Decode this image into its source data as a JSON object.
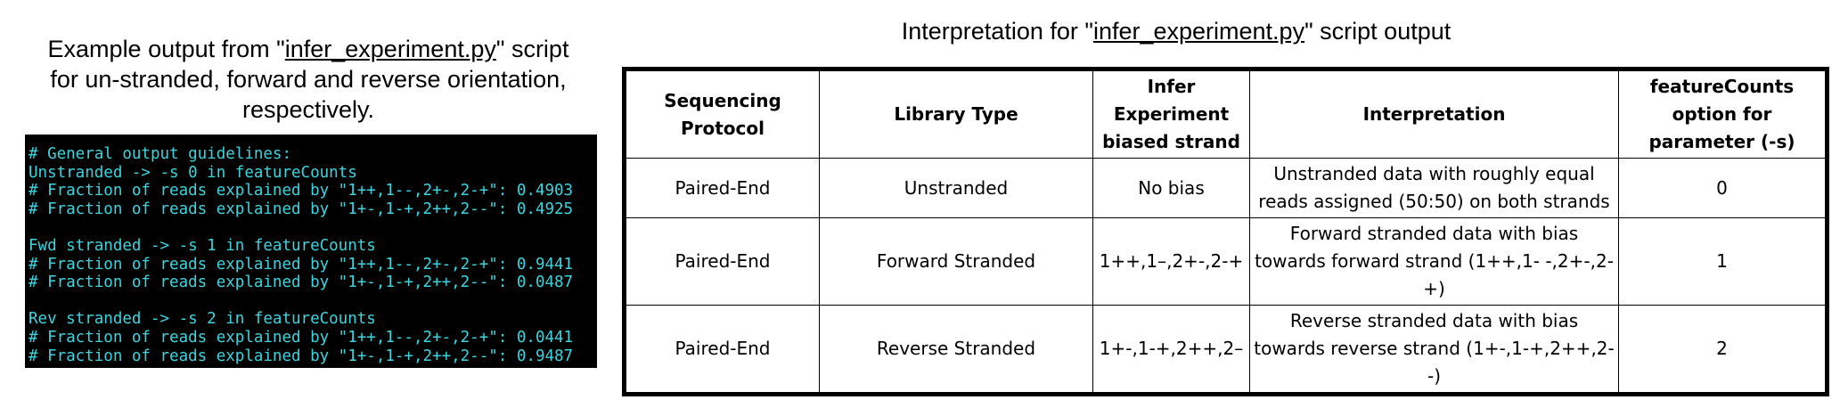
{
  "left_caption": {
    "prefix": "Example output from \"",
    "script": "infer_experiment.py",
    "suffix": "\" script",
    "line2": "for un-stranded, forward and reverse orientation,",
    "line3": "respectively."
  },
  "terminal": {
    "lines": [
      "# General output guidelines:",
      "Unstranded -> -s 0 in featureCounts",
      "# Fraction of reads explained by \"1++,1--,2+-,2-+\": 0.4903",
      "# Fraction of reads explained by \"1+-,1-+,2++,2--\": 0.4925",
      "",
      "Fwd stranded -> -s 1 in featureCounts",
      "# Fraction of reads explained by \"1++,1--,2+-,2-+\": 0.9441",
      "# Fraction of reads explained by \"1+-,1-+,2++,2--\": 0.0487",
      "",
      "Rev stranded -> -s 2 in featureCounts",
      "# Fraction of reads explained by \"1++,1--,2+-,2-+\": 0.0441",
      "# Fraction of reads explained by \"1+-,1-+,2++,2--\": 0.9487"
    ],
    "text_color": "#3ed3dd",
    "background": "#000000"
  },
  "right_title": {
    "prefix": "Interpretation for \"",
    "script": "infer_experiment.py",
    "suffix": "\" script output"
  },
  "table": {
    "headers": [
      "Sequencing Protocol",
      "Library Type",
      "Infer Experiment biased strand",
      "Interpretation",
      "featureCounts option for parameter (-s)"
    ],
    "rows": [
      [
        "Paired-End",
        "Unstranded",
        "No bias",
        "Unstranded data with roughly equal reads assigned (50:50) on both strands",
        "0"
      ],
      [
        "Paired-End",
        "Forward Stranded",
        "1++,1–,2+-,2-+",
        "Forward stranded data with bias towards forward strand (1++,1- -,2+-,2-+)",
        "1"
      ],
      [
        "Paired-End",
        "Reverse Stranded",
        "1+-,1-+,2++,2–",
        "Reverse stranded data with bias towards reverse strand (1+-,1-+,2++,2- -)",
        "2"
      ]
    ]
  }
}
